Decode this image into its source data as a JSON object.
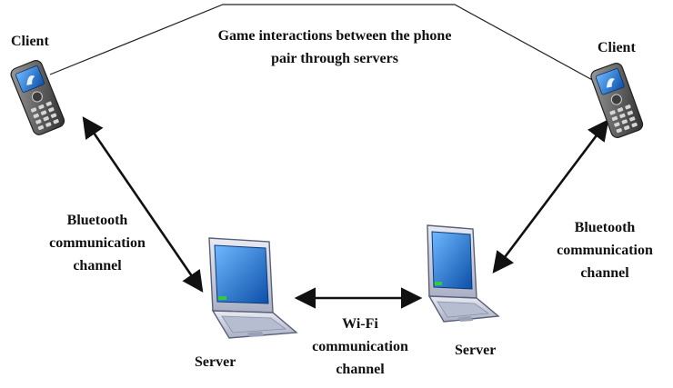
{
  "nodes": {
    "client_left": "Client",
    "client_right": "Client",
    "server_left": "Server",
    "server_right": "Server"
  },
  "links": {
    "game": {
      "lines": [
        "Game interactions between the phone",
        "pair through servers"
      ]
    },
    "bluetooth_left": {
      "lines": [
        "Bluetooth",
        "communication",
        "channel"
      ]
    },
    "bluetooth_right": {
      "lines": [
        "Bluetooth",
        "communication",
        "channel"
      ]
    },
    "wifi": {
      "lines": [
        "Wi-Fi",
        "communication",
        "channel"
      ]
    }
  },
  "colors": {
    "text": "#111111",
    "arrow": "#111111",
    "connector": "#222222",
    "laptop_body": "#c9cddd",
    "laptop_screen": "#1a6fd0",
    "phone_body": "#5b5b5b",
    "phone_screen": "#2a76c9"
  },
  "icons": {
    "client": "mobile-phone-icon",
    "server": "laptop-icon"
  }
}
